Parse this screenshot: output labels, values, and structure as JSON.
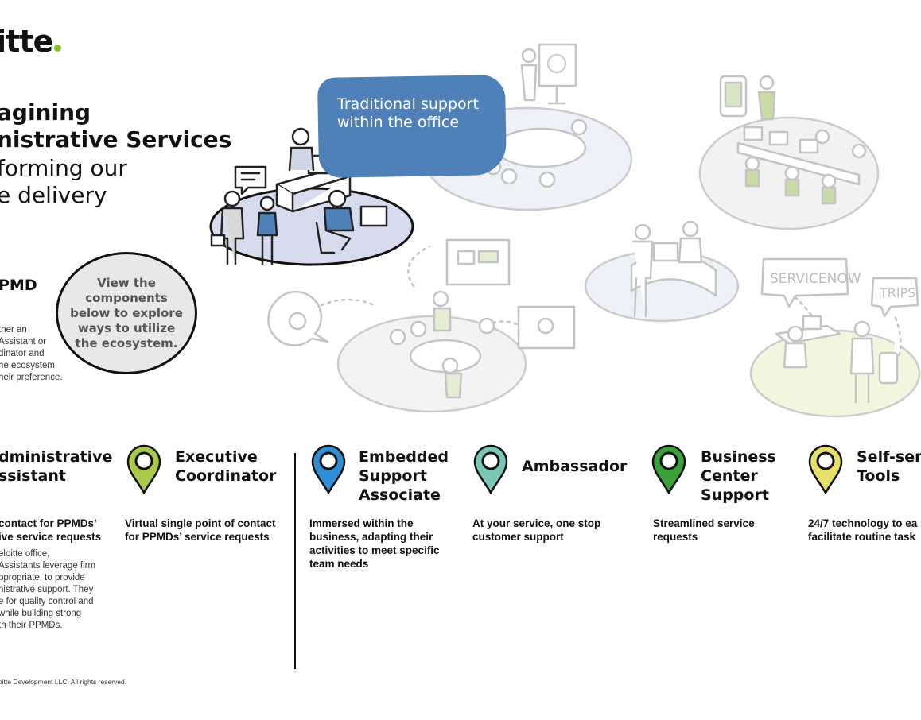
{
  "logo": {
    "text": "oitte"
  },
  "header": {
    "title_line1": "agining",
    "title_line2": "nistrative Services",
    "subtitle_line1": "forming our",
    "subtitle_line2": "e delivery"
  },
  "intro": {
    "heading": "PMD",
    "text": "ther an\nAssistant or\ndinator and\nhe ecosystem\nheir preference."
  },
  "callout": {
    "text": "View the components below to explore ways to utilize the ecosystem."
  },
  "bubble": {
    "text": "Traditional support within the office"
  },
  "signs": {
    "servicenow": "SERVICENOW",
    "trips": "TRIPS"
  },
  "colors": {
    "accent_green": "#86bc25",
    "bubble_blue": "#4f80b8",
    "pin_light_green": "#a9c94a",
    "pin_blue": "#2f8fd6",
    "pin_teal": "#7cc6b8",
    "pin_green": "#3aa03a",
    "pin_yellow": "#e6e06a"
  },
  "services": [
    {
      "title_lines": [
        "dministrative",
        "ssistant"
      ],
      "desc_lines": [
        "contact for PPMDs’",
        "ive service requests"
      ],
      "body": "eloitte office,\nAssistants leverage firm\nppropriate, to provide\nnistrative support. They\ne for quality control and\nwhile building strong\nth their PPMDs.",
      "pin": "none"
    },
    {
      "title_lines": [
        "Executive",
        "Coordinator"
      ],
      "desc_lines": [
        "Virtual single point of contact",
        "for PPMDs’ service requests"
      ],
      "pin": "light-green-pin-icon"
    },
    {
      "title_lines": [
        "Embedded",
        "Support",
        "Associate"
      ],
      "desc_lines": [
        "Immersed within the",
        "business, adapting their",
        "activities to meet specific",
        "team needs"
      ],
      "pin": "blue-pin-icon"
    },
    {
      "title_lines": [
        "Ambassador"
      ],
      "desc_lines": [
        "At your service, one stop",
        "customer support"
      ],
      "pin": "teal-pin-icon"
    },
    {
      "title_lines": [
        "Business",
        "Center",
        "Support"
      ],
      "desc_lines": [
        "Streamlined service",
        "requests"
      ],
      "pin": "green-pin-icon"
    },
    {
      "title_lines": [
        "Self-serv",
        "Tools"
      ],
      "desc_lines": [
        "24/7 technology to ea",
        "facilitate routine task"
      ],
      "pin": "yellow-pin-icon"
    }
  ],
  "footer": {
    "text": "oitte Development LLC. All rights reserved."
  }
}
